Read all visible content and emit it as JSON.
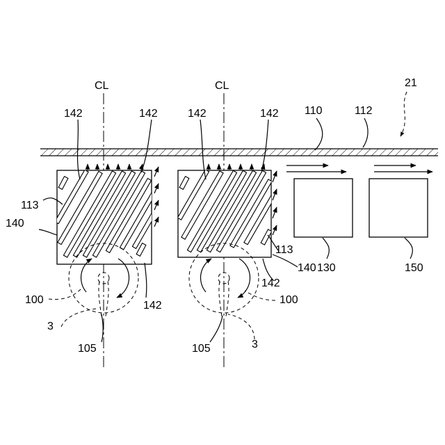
{
  "figure_ref": "21",
  "centerline_label": "CL",
  "labels": {
    "fin": "142",
    "belt": "110",
    "belt_surface": "112",
    "edge": "113",
    "plate": "140",
    "rotor": "100",
    "axis": "3",
    "pivot": "105",
    "unit_a": "130",
    "unit_b": "150"
  },
  "colors": {
    "line": "#000000",
    "background": "#ffffff"
  }
}
